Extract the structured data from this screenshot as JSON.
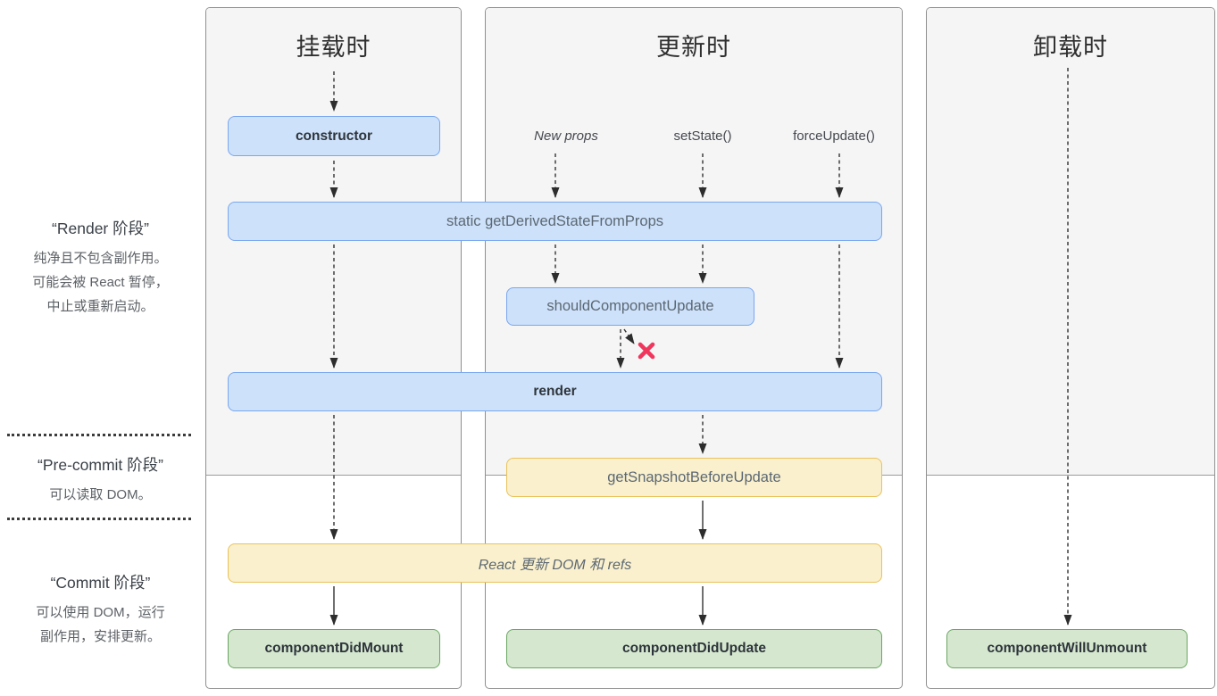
{
  "sidebar": {
    "render_phase": {
      "title": "“Render 阶段”",
      "lines": [
        "纯净且不包含副作用。",
        "可能会被 React 暂停，",
        "中止或重新启动。"
      ]
    },
    "pre_commit_phase": {
      "title": "“Pre-commit 阶段”",
      "lines": [
        "可以读取 DOM。"
      ]
    },
    "commit_phase": {
      "title": "“Commit 阶段”",
      "lines": [
        "可以使用 DOM，运行",
        "副作用，安排更新。"
      ]
    }
  },
  "columns": {
    "mounting": {
      "title": "挂载时"
    },
    "updating": {
      "title": "更新时",
      "triggers": [
        "New props",
        "setState()",
        "forceUpdate()"
      ]
    },
    "unmounting": {
      "title": "卸载时"
    }
  },
  "boxes": {
    "constructor": "constructor",
    "get_derived_state_from_props": "static getDerivedStateFromProps",
    "should_component_update": "shouldComponentUpdate",
    "render": "render",
    "get_snapshot_before_update": "getSnapshotBeforeUpdate",
    "react_updates_dom": "React 更新 DOM 和 refs",
    "component_did_mount": "componentDidMount",
    "component_did_update": "componentDidUpdate",
    "component_will_unmount": "componentWillUnmount"
  },
  "icons": {
    "skip_update_x": "x-cancel-icon"
  },
  "colors": {
    "box_blue_bg": "#cde1fa",
    "box_blue_border": "#79a7ef",
    "box_yellow_bg": "#faf0cd",
    "box_yellow_border": "#e9c25a",
    "box_green_bg": "#d5e8cf",
    "box_green_border": "#6aa661",
    "panel_bg": "#f5f5f6",
    "panel_border": "#8f8f8f",
    "arrow": "#333333",
    "cancel_x": "#f0365c"
  }
}
